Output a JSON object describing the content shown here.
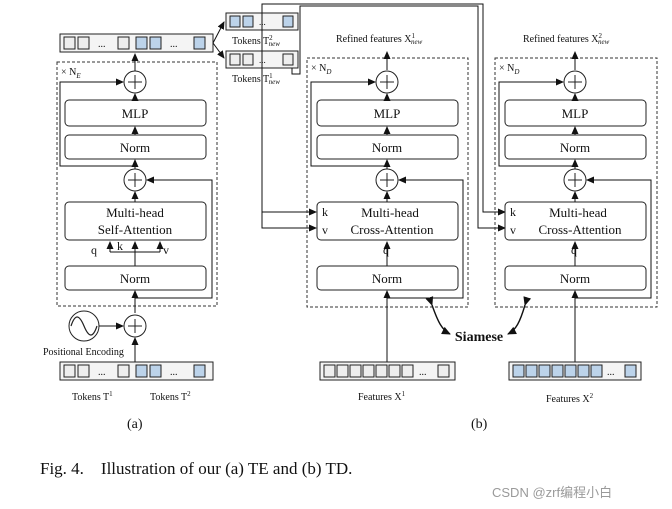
{
  "te": {
    "repeat": "× N",
    "repeat_sub": "E",
    "mlp": "MLP",
    "norm_top": "Norm",
    "attn_line1": "Multi-head",
    "attn_line2": "Self-Attention",
    "q": "q",
    "k": "k",
    "v": "v",
    "norm_bottom": "Norm",
    "pos_enc": "Positional Encoding",
    "tokens1": "Tokens T",
    "tokens1_sup": "1",
    "tokens2": "Tokens T",
    "tokens2_sup": "2",
    "caption": "(a)"
  },
  "top_tokens": {
    "t2_label": "Tokens T",
    "t2_sup": "2",
    "t2_sub": "new",
    "t1_label": "Tokens T",
    "t1_sup": "1",
    "t1_sub": "new",
    "ellipsis": "..."
  },
  "td1": {
    "refined": "Refined features X",
    "refined_sup": "1",
    "refined_sub": "new",
    "repeat": "× N",
    "repeat_sub": "D",
    "mlp": "MLP",
    "norm_top": "Norm",
    "k": "k",
    "v": "v",
    "attn_line1": "Multi-head",
    "attn_line2": "Cross-Attention",
    "q": "q",
    "norm_bottom": "Norm",
    "features": "Features X",
    "features_sup": "1"
  },
  "td2": {
    "refined": "Refined features X",
    "refined_sup": "2",
    "refined_sub": "new",
    "repeat": "× N",
    "repeat_sub": "D",
    "mlp": "MLP",
    "norm_top": "Norm",
    "k": "k",
    "v": "v",
    "attn_line1": "Multi-head",
    "attn_line2": "Cross-Attention",
    "q": "q",
    "norm_bottom": "Norm",
    "features": "Features X",
    "features_sup": "2"
  },
  "siamese": "Siamese",
  "caption_b": "(b)",
  "figure_caption": "Fig. 4.    Illustration of our (a) TE and (b) TD.",
  "watermark": "CSDN @zrf编程小白",
  "ellipsis": "...",
  "colors": {
    "blue_token": "#bcd3ea",
    "gray_token": "#eeeeee",
    "stroke": "#222222"
  }
}
